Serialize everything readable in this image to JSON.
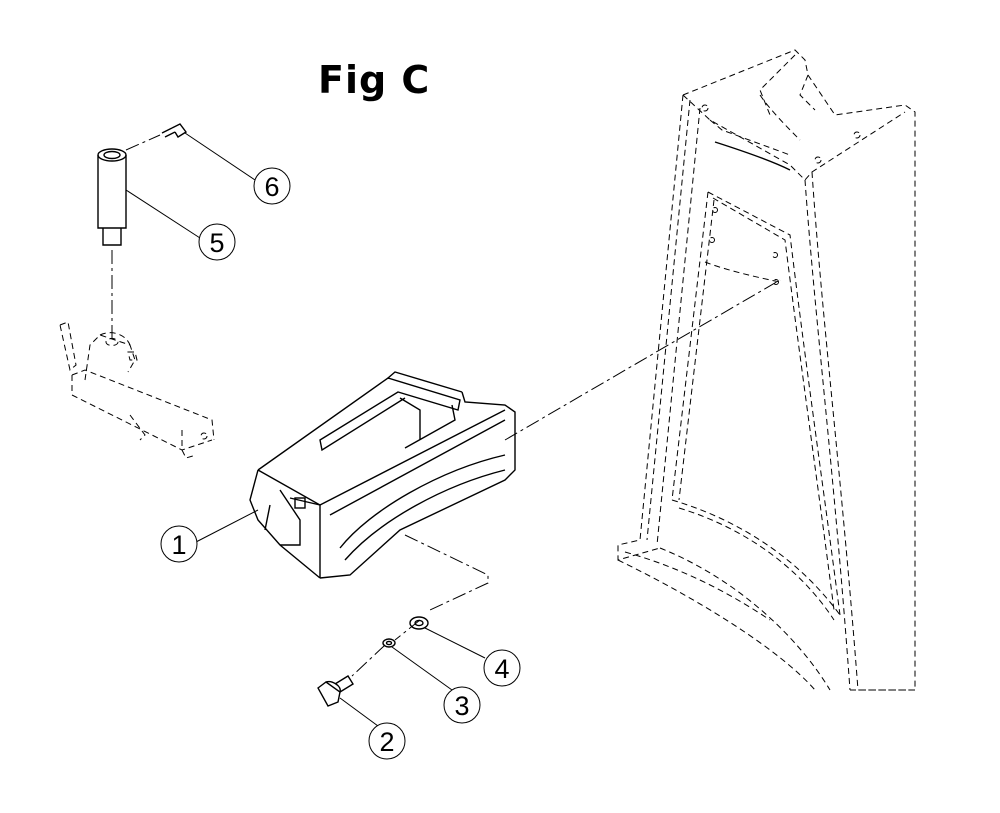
{
  "figure": {
    "title": "Fig C"
  },
  "callouts": [
    {
      "number": "1"
    },
    {
      "number": "2"
    },
    {
      "number": "3"
    },
    {
      "number": "4"
    },
    {
      "number": "5"
    },
    {
      "number": "6"
    }
  ]
}
